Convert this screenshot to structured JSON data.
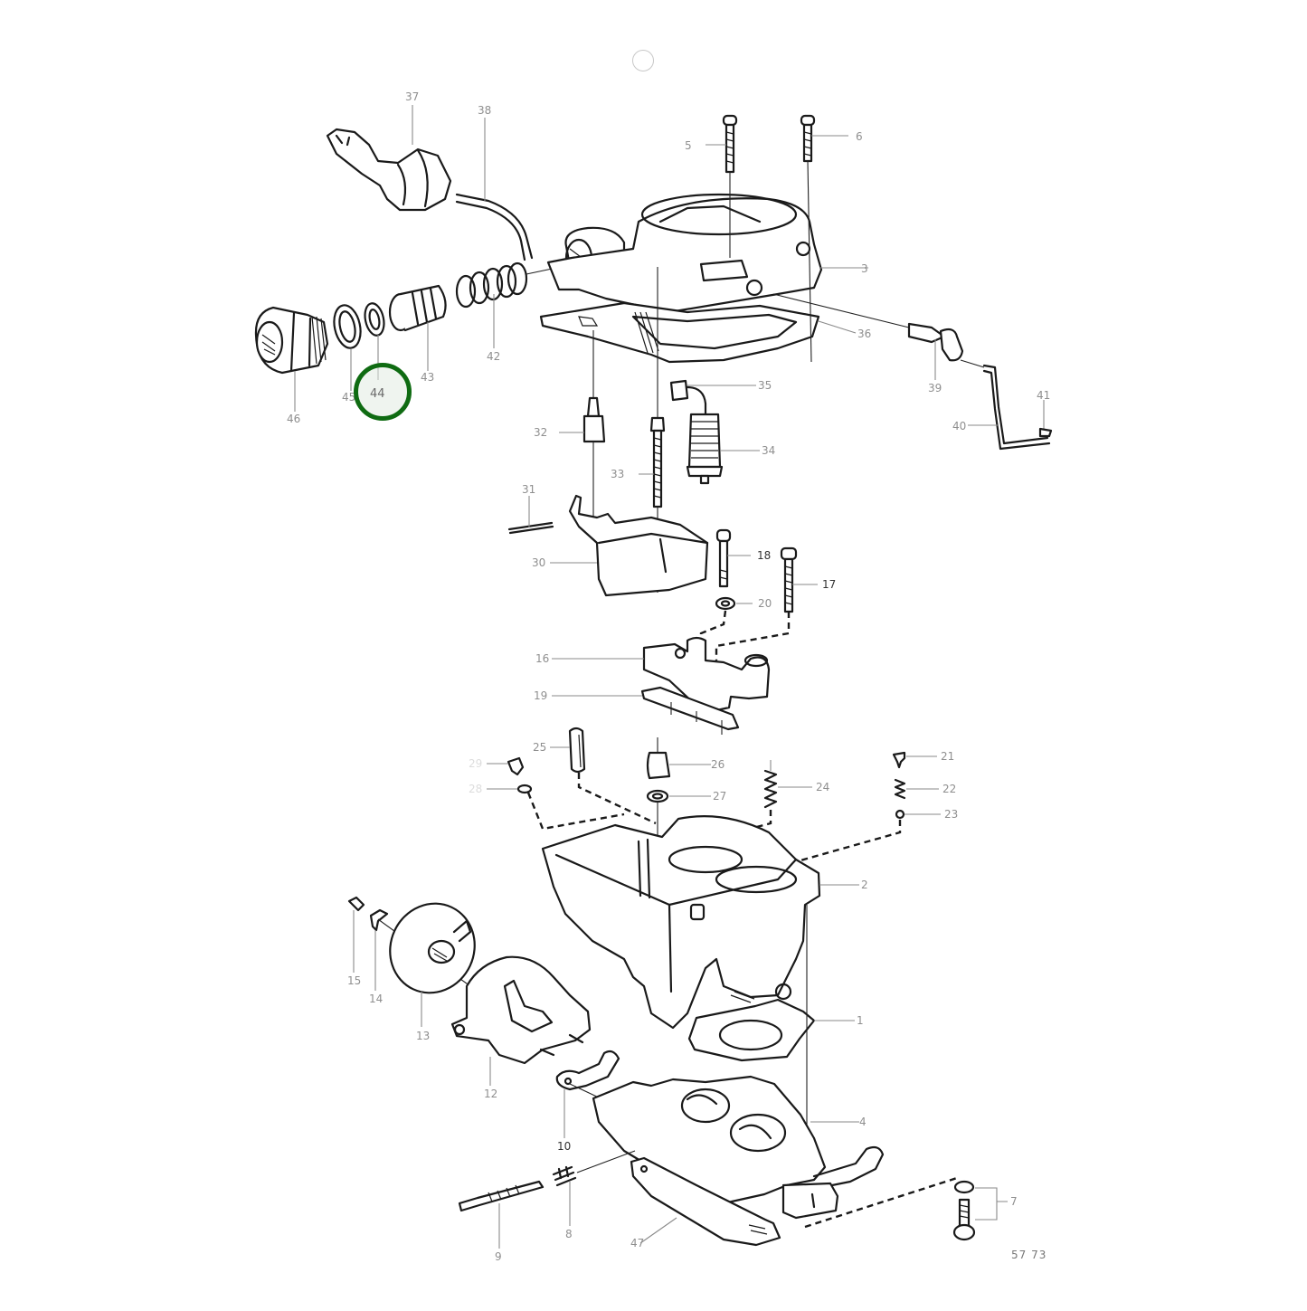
{
  "diagram": {
    "type": "exploded parts diagram",
    "subject": "carburetor assembly",
    "figure_number": "57 73",
    "highlight": {
      "part": "44",
      "color": "#0f6b12",
      "shape": "circle"
    },
    "parts": [
      {
        "id": "p37",
        "label": "37"
      },
      {
        "id": "p38",
        "label": "38"
      },
      {
        "id": "p5a",
        "label": "5"
      },
      {
        "id": "p6",
        "label": "6"
      },
      {
        "id": "p3",
        "label": "3"
      },
      {
        "id": "p36",
        "label": "36"
      },
      {
        "id": "p46",
        "label": "46"
      },
      {
        "id": "p45",
        "label": "45"
      },
      {
        "id": "p44",
        "label": "44"
      },
      {
        "id": "p43",
        "label": "43"
      },
      {
        "id": "p42",
        "label": "42"
      },
      {
        "id": "p39",
        "label": "39"
      },
      {
        "id": "p40",
        "label": "40"
      },
      {
        "id": "p41",
        "label": "41"
      },
      {
        "id": "p35",
        "label": "35"
      },
      {
        "id": "p34",
        "label": "34"
      },
      {
        "id": "p33",
        "label": "33"
      },
      {
        "id": "p32",
        "label": "32"
      },
      {
        "id": "p31",
        "label": "31"
      },
      {
        "id": "p30",
        "label": "30"
      },
      {
        "id": "p18",
        "label": "18"
      },
      {
        "id": "p17",
        "label": "17"
      },
      {
        "id": "p20",
        "label": "20"
      },
      {
        "id": "p16",
        "label": "16"
      },
      {
        "id": "p19",
        "label": "19"
      },
      {
        "id": "p25",
        "label": "25"
      },
      {
        "id": "p26",
        "label": "26"
      },
      {
        "id": "p27",
        "label": "27"
      },
      {
        "id": "p24",
        "label": "24"
      },
      {
        "id": "p21",
        "label": "21"
      },
      {
        "id": "p22",
        "label": "22"
      },
      {
        "id": "p23",
        "label": "23"
      },
      {
        "id": "p29",
        "label": "29"
      },
      {
        "id": "p28",
        "label": "28"
      },
      {
        "id": "p2",
        "label": "2"
      },
      {
        "id": "p1",
        "label": "1"
      },
      {
        "id": "p4",
        "label": "4"
      },
      {
        "id": "p15",
        "label": "15"
      },
      {
        "id": "p14",
        "label": "14"
      },
      {
        "id": "p13",
        "label": "13"
      },
      {
        "id": "p12",
        "label": "12"
      },
      {
        "id": "p10",
        "label": "10"
      },
      {
        "id": "p8",
        "label": "8"
      },
      {
        "id": "p9",
        "label": "9"
      },
      {
        "id": "p47",
        "label": "47"
      },
      {
        "id": "p7",
        "label": "7"
      }
    ]
  }
}
